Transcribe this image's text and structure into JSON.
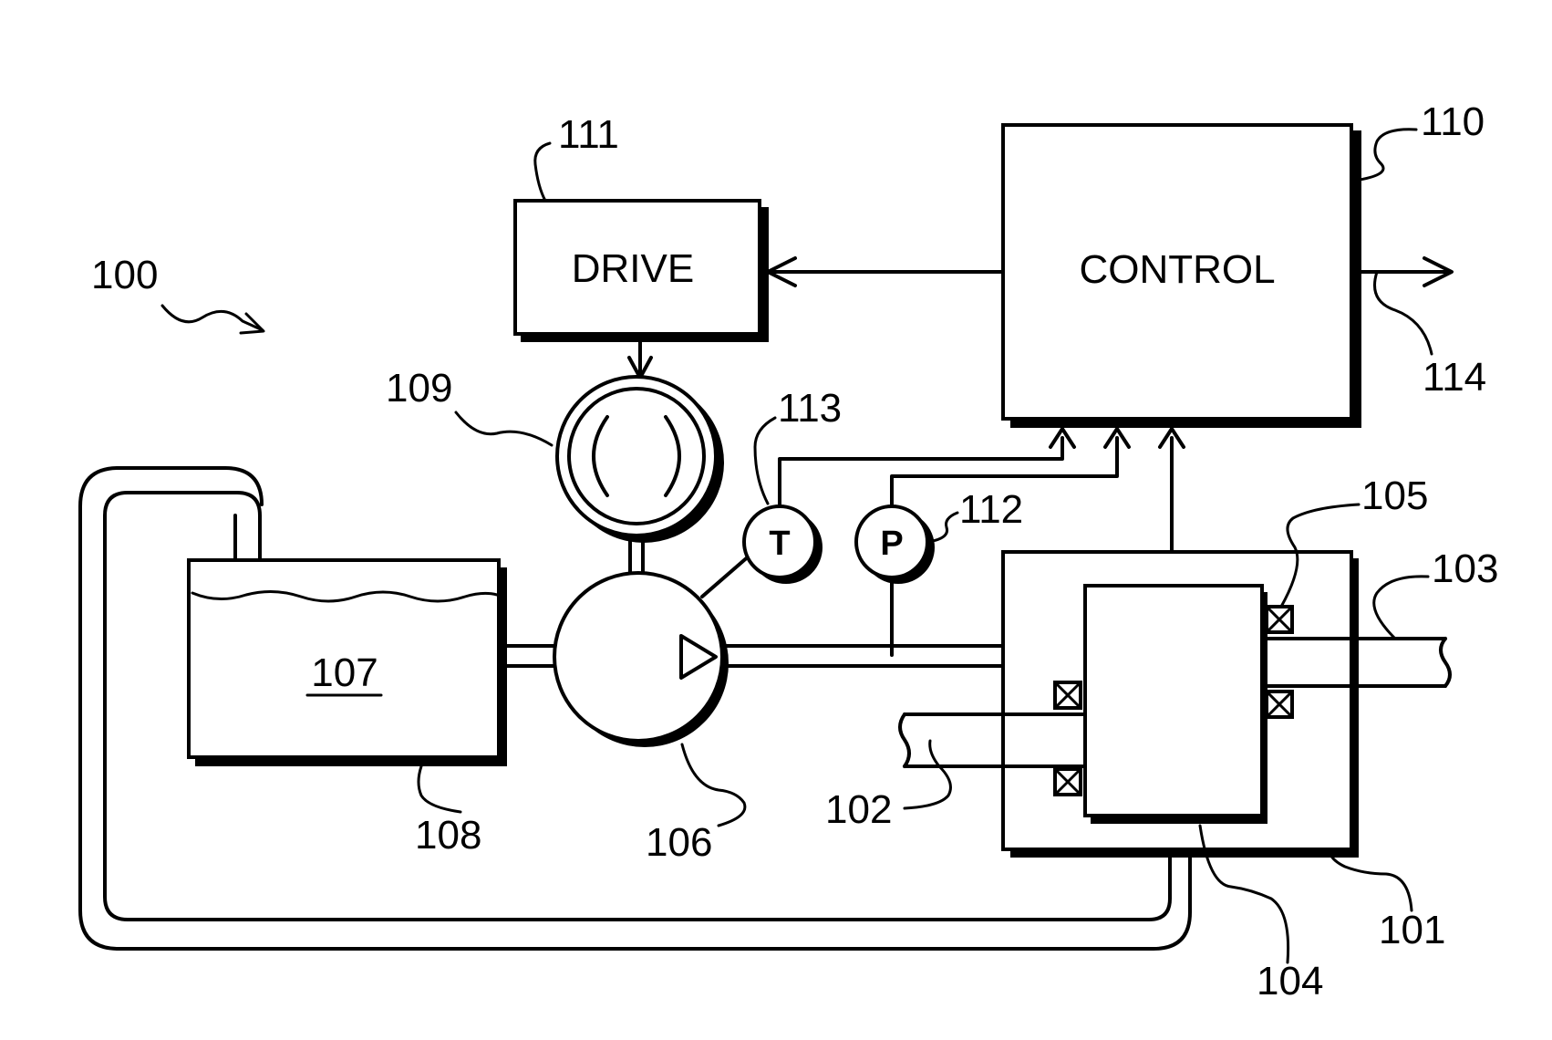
{
  "figure": {
    "system_ref": "100",
    "blocks": {
      "control": {
        "label": "CONTROL",
        "ref": "110"
      },
      "drive": {
        "label": "DRIVE",
        "ref": "111"
      }
    },
    "sensors": {
      "temperature": {
        "symbol": "T",
        "ref": "113"
      },
      "pressure": {
        "symbol": "P",
        "ref": "112"
      }
    },
    "components": {
      "motor": {
        "ref": "109"
      },
      "pump": {
        "ref": "106"
      },
      "reservoir_fluid": {
        "ref": "107"
      },
      "reservoir": {
        "ref": "108"
      },
      "housing": {
        "ref": "101"
      },
      "input_shaft": {
        "ref": "102"
      },
      "output_shaft": {
        "ref": "103"
      },
      "gear_unit": {
        "ref": "104"
      },
      "bearing": {
        "ref": "105"
      },
      "output_signal": {
        "ref": "114"
      }
    }
  }
}
